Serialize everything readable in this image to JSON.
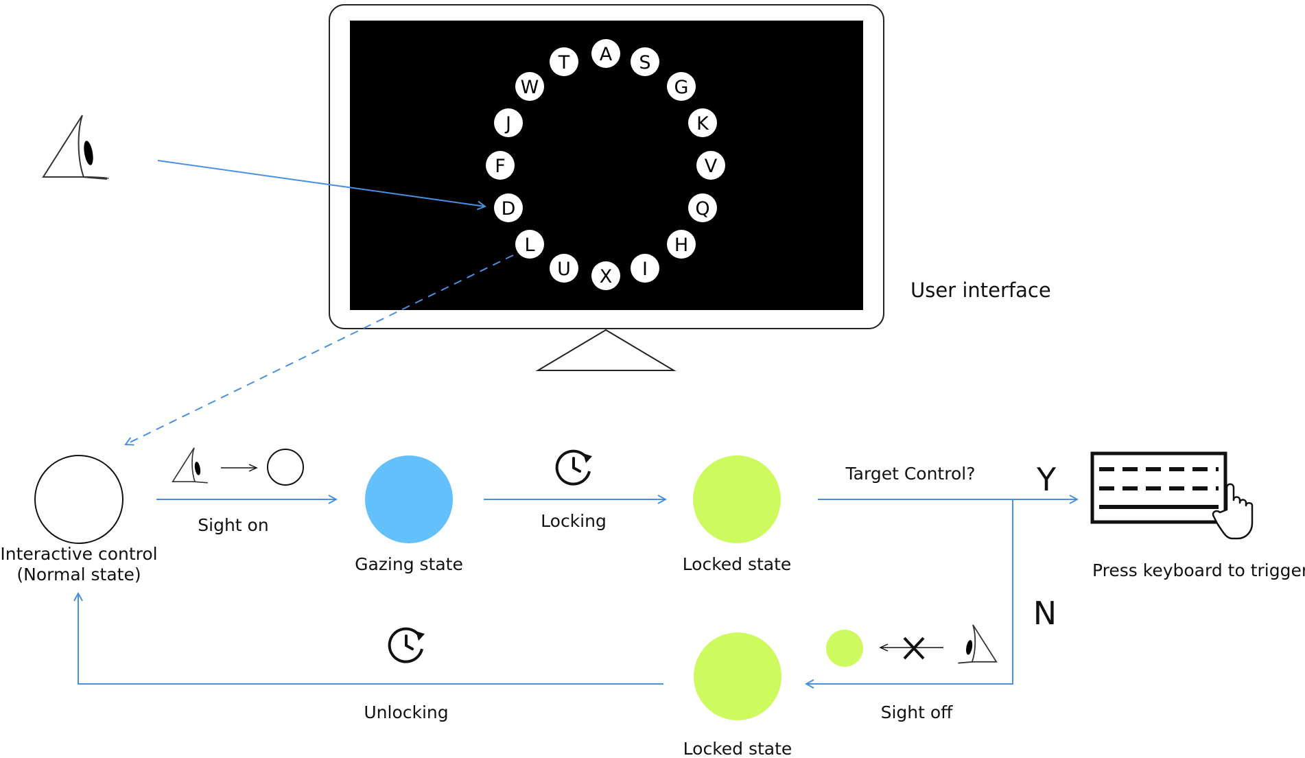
{
  "user_interface_label": "User interface",
  "letters": [
    "A",
    "S",
    "G",
    "K",
    "V",
    "Q",
    "H",
    "I",
    "X",
    "U",
    "L",
    "D",
    "F",
    "J",
    "W",
    "T"
  ],
  "gazed_letter": "D",
  "states": {
    "normal": {
      "line1": "Interactive control",
      "line2": "(Normal state)"
    },
    "gazing": "Gazing state",
    "locked": "Locked state",
    "locked_bottom": "Locked state"
  },
  "transitions": {
    "sight_on": "Sight on",
    "locking": "Locking",
    "target_control": "Target Control?",
    "yes": "Y",
    "no": "N",
    "sight_off": "Sight off",
    "unlocking": "Unlocking"
  },
  "press_keyboard": "Press keyboard to trigger",
  "colors": {
    "arrow": "#4a90e2",
    "gazing": "#64c0fb",
    "locked": "#cdfa5f",
    "screen": "#000000"
  },
  "icons": [
    "eye-icon",
    "clock-icon",
    "keyboard-icon",
    "hand-pointer-icon",
    "cross-icon"
  ]
}
